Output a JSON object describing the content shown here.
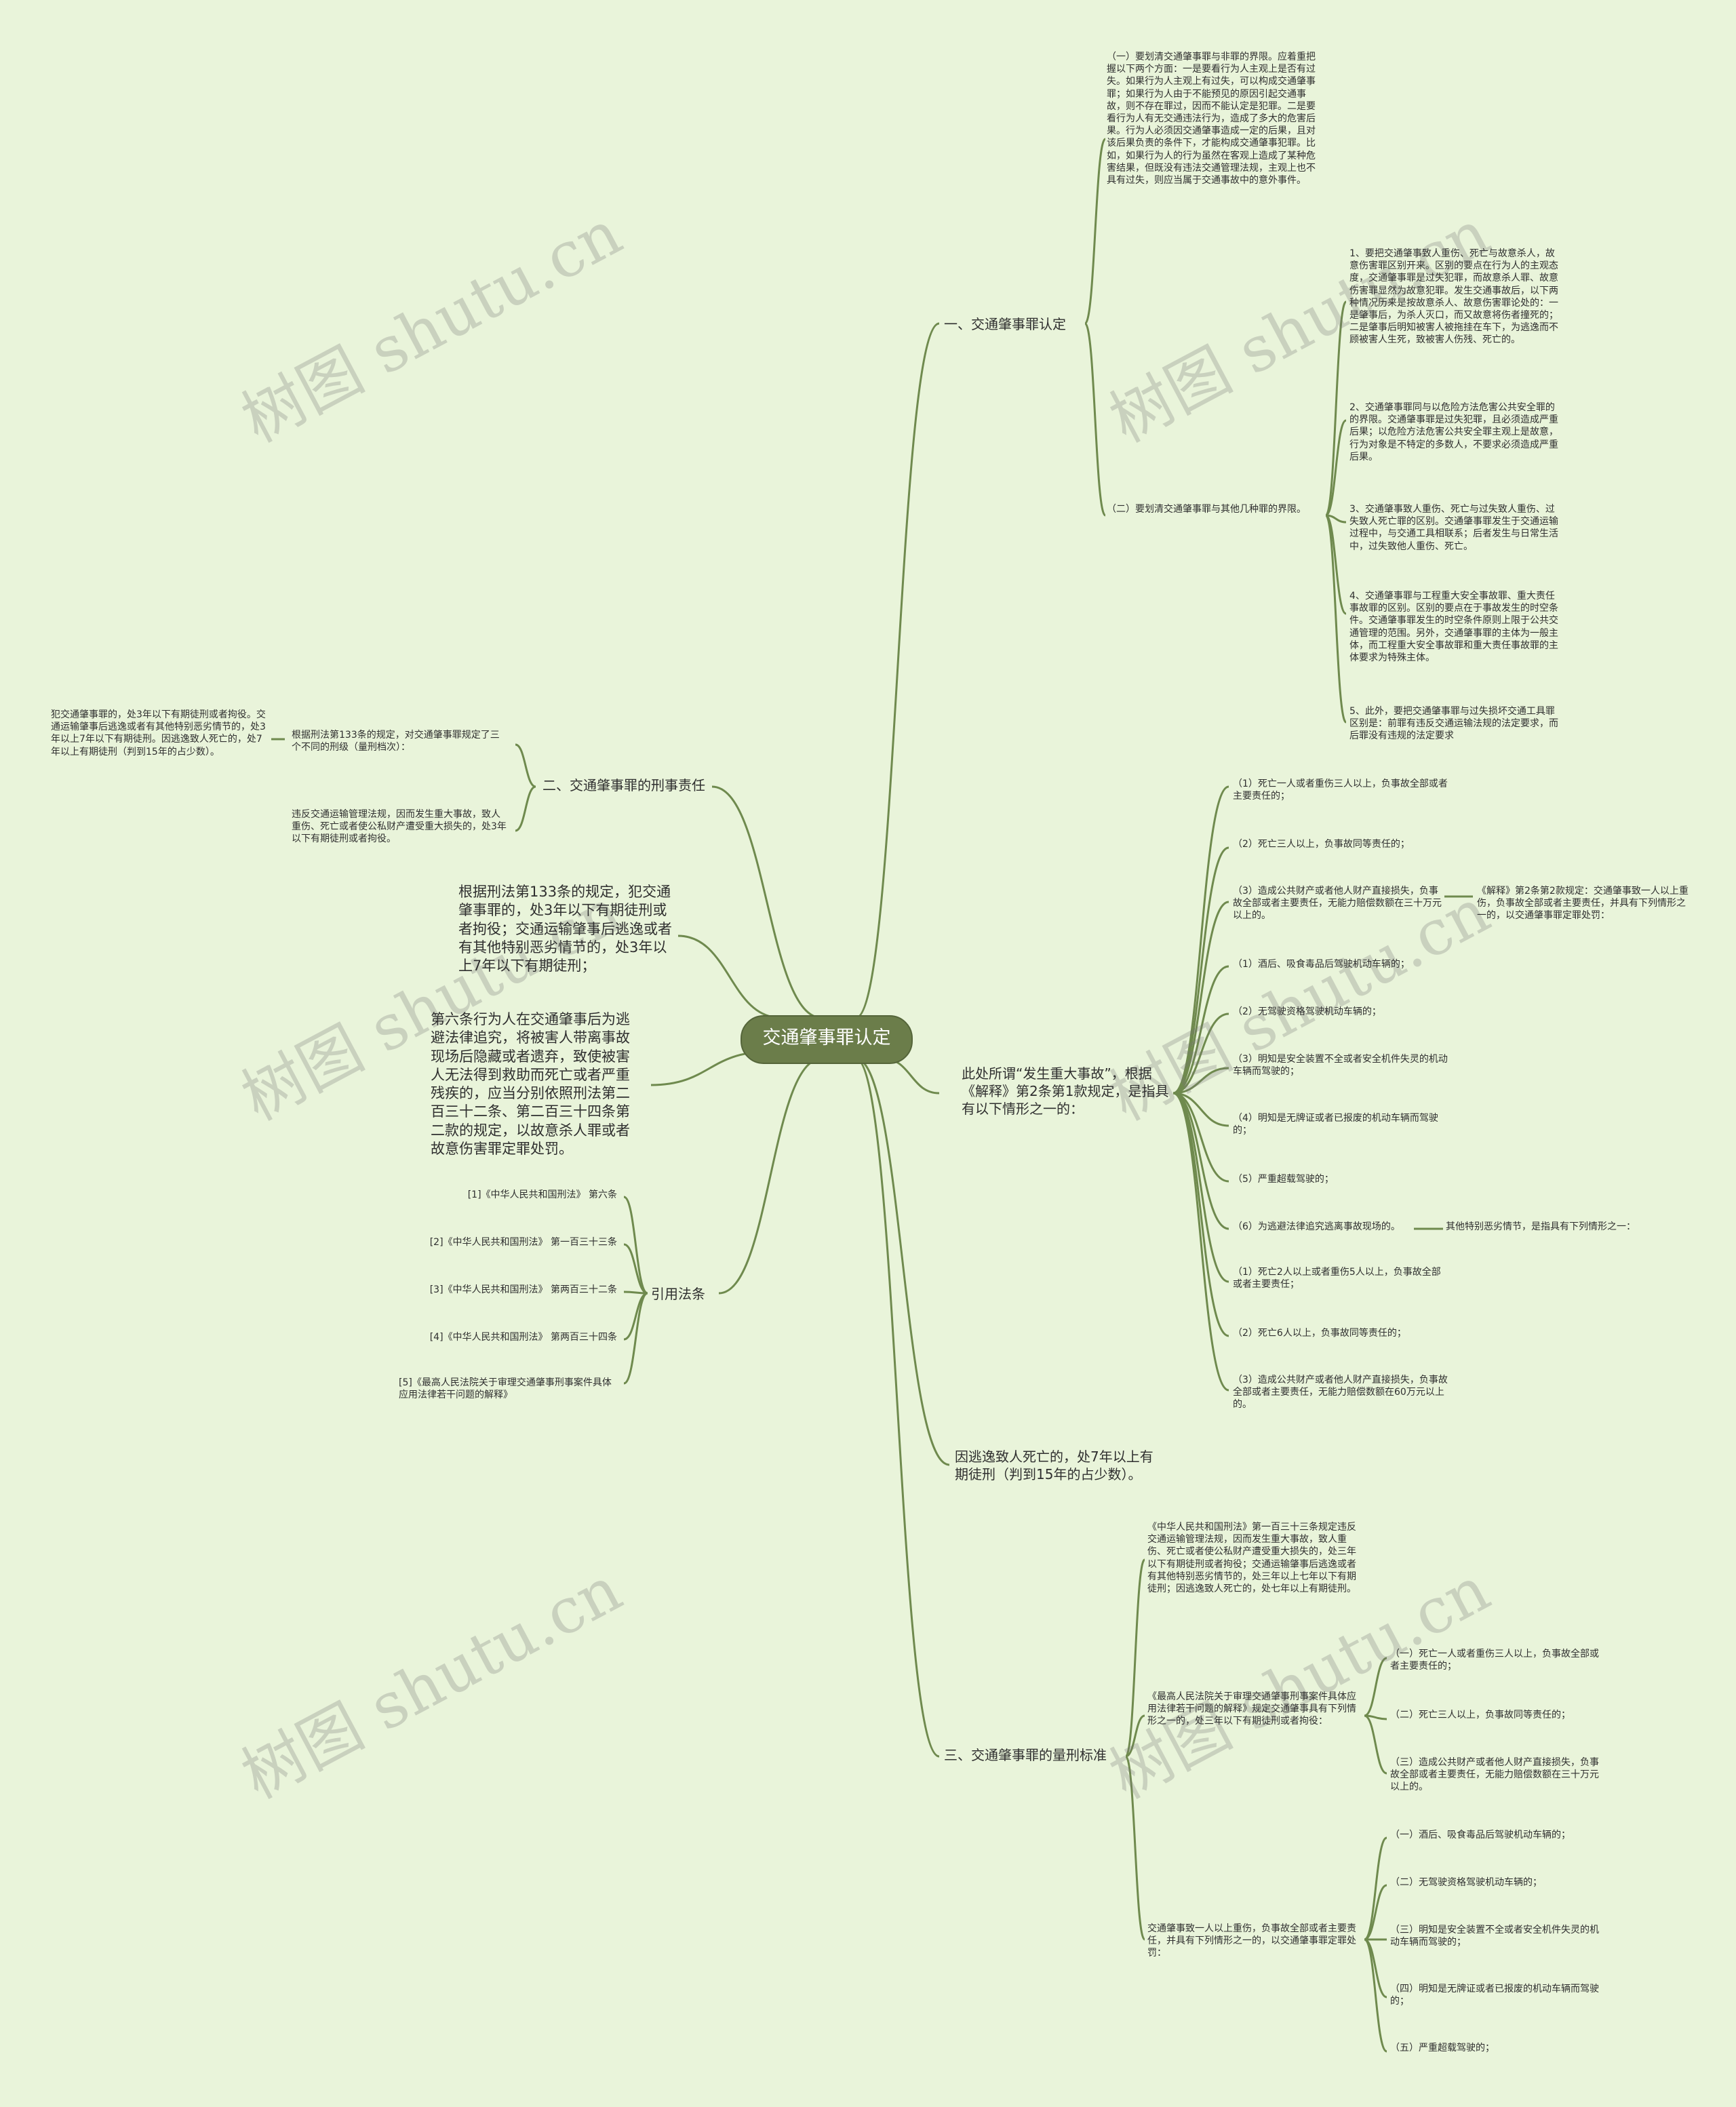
{
  "title": "交通肇事罪认定",
  "watermark": "树图 shutu.cn",
  "colors": {
    "background": "#e9f4da",
    "root_fill": "#6b7d4a",
    "edge": "#6f8a4e"
  },
  "branches": {
    "b1": {
      "label": "一、交通肇事罪认定",
      "a": "（一）要划清交通肇事罪与非罪的界限。应着重把握以下两个方面：一是要看行为人主观上是否有过失。如果行为人主观上有过失，可以构成交通肇事罪；如果行为人由于不能预见的原因引起交通事故，则不存在罪过，因而不能认定是犯罪。二是要看行为人有无交通违法行为，造成了多大的危害后果。行为人必须因交通肇事造成一定的后果，且对该后果负责的条件下，才能构成交通肇事犯罪。比如，如果行为人的行为虽然在客观上造成了某种危害结果，但既没有违法交通管理法规，主观上也不具有过失，则应当属于交通事故中的意外事件。",
      "b": "（二）要划清交通肇事罪与其他几种罪的界限。",
      "c1": "1、要把交通肇事致人重伤、死亡与故意杀人，故意伤害罪区别开来。区别的要点在行为人的主观态度，交通肇事罪是过失犯罪，而故意杀人罪、故意伤害罪显然为故意犯罪。发生交通事故后，以下两种情况历来是按故意杀人、故意伤害罪论处的：一是肇事后，为杀人灭口，而又故意将伤者撞死的；二是肇事后明知被害人被拖挂在车下，为逃逸而不顾被害人生死，致被害人伤残、死亡的。",
      "c2": "2、交通肇事罪同与以危险方法危害公共安全罪的的界限。交通肇事罪是过失犯罪，且必须造成严重后果；以危险方法危害公共安全罪主观上是故意，行为对象是不特定的多数人，不要求必须造成严重后果。",
      "c3": "3、交通肇事致人重伤、死亡与过失致人重伤、过失致人死亡罪的区别。交通肇事罪发生于交通运输过程中，与交通工具相联系；后者发生与日常生活中，过失致他人重伤、死亡。",
      "c4": "4、交通肇事罪与工程重大安全事故罪、重大责任事故罪的区别。区别的要点在于事故发生的时空条件。交通肇事罪发生的时空条件原则上限于公共交通管理的范围。另外，交通肇事罪的主体为一般主体，而工程重大安全事故罪和重大责任事故罪的主体要求为特殊主体。",
      "c5": "5、此外，要把交通肇事罪与过失损坏交通工具罪区别是：前罪有违反交通运输法规的法定要求，而后罪没有违规的法定要求"
    },
    "b2": {
      "label": "二、交通肇事罪的刑事责任",
      "a": "根据刑法第133条的规定，对交通肇事罪规定了三个不同的刑级（量刑档次）：",
      "a_leaf": "犯交通肇事罪的，处3年以下有期徒刑或者拘役。交通运输肇事后逃逸或者有其他特别恶劣情节的，处3年以上7年以下有期徒刑。因逃逸致人死亡的，处7年以上有期徒刑（判到15年的占少数）。",
      "b": "违反交通运输管理法规，因而发生重大事故，致人重伤、死亡或者使公私财产遭受重大损失的，处3年以下有期徒刑或者拘役。"
    },
    "b3": {
      "label": "根据刑法第133条的规定，犯交通肇事罪的，处3年以下有期徒刑或者拘役；交通运输肇事后逃逸或者有其他特别恶劣情节的，处3年以上7年以下有期徒刑；"
    },
    "b4": {
      "label": "第六条行为人在交通肇事后为逃避法律追究，将被害人带离事故现场后隐藏或者遗弃，致使被害人无法得到救助而死亡或者严重残疾的，应当分别依照刑法第二百三十二条、第二百三十四条第二款的规定，以故意杀人罪或者故意伤害罪定罪处罚。"
    },
    "b5": {
      "label": "引用法条",
      "refs": [
        "[1]《中华人民共和国刑法》 第六条",
        "[2]《中华人民共和国刑法》 第一百三十三条",
        "[3]《中华人民共和国刑法》 第两百三十二条",
        "[4]《中华人民共和国刑法》 第两百三十四条",
        "[5]《最高人民法院关于审理交通肇事刑事案件具体应用法律若干问题的解释》"
      ]
    },
    "b6": {
      "label": "此处所谓“发生重大事故”，根据《解释》第2条第1款规定，是指具有以下情形之一的：",
      "items": [
        "（1）死亡一人或者重伤三人以上，负事故全部或者主要责任的；",
        "（2）死亡三人以上，负事故同等责任的；",
        "（3）造成公共财产或者他人财产直接损失，负事故全部或者主要责任，无能力赔偿数额在三十万元以上的。",
        "（1）酒后、吸食毒品后驾驶机动车辆的；",
        "（2）无驾驶资格驾驶机动车辆的；",
        "（3）明知是安全装置不全或者安全机件失灵的机动车辆而驾驶的；",
        "（4）明知是无牌证或者已报废的机动车辆而驾驶的；",
        "（5）严重超载驾驶的；",
        "（6）为逃避法律追究逃离事故现场的。",
        "（1）死亡2人以上或者重伤5人以上，负事故全部或者主要责任；",
        "（2）死亡6人以上，负事故同等责任的；",
        "（3）造成公共财产或者他人财产直接损失，负事故全部或者主要责任，无能力赔偿数额在60万元以上的。"
      ],
      "side1": "《解释》第2条第2款规定：交通肇事致一人以上重伤，负事故全部或者主要责任，并具有下列情形之一的，以交通肇事罪定罪处罚：",
      "side2": "其他特别恶劣情节，是指具有下列情形之一："
    },
    "b7": {
      "label": "因逃逸致人死亡的，处7年以上有期徒刑（判到15年的占少数）。"
    },
    "b8": {
      "label": "三、交通肇事罪的量刑标准",
      "a": "《中华人民共和国刑法》第一百三十三条规定违反交通运输管理法规，因而发生重大事故，致人重伤、死亡或者使公私财产遭受重大损失的，处三年以下有期徒刑或者拘役；交通运输肇事后逃逸或者有其他特别恶劣情节的，处三年以上七年以下有期徒刑；因逃逸致人死亡的，处七年以上有期徒刑。",
      "b": "《最高人民法院关于审理交通肇事刑事案件具体应用法律若干问题的解释》规定交通肇事具有下列情形之一的，处三年以下有期徒刑或者拘役：",
      "b_items": [
        "（一）死亡一人或者重伤三人以上，负事故全部或者主要责任的；",
        "（二）死亡三人以上，负事故同等责任的；",
        "（三）造成公共财产或者他人财产直接损失，负事故全部或者主要责任，无能力赔偿数额在三十万元以上的。"
      ],
      "c": "交通肇事致一人以上重伤，负事故全部或者主要责任，并具有下列情形之一的，以交通肇事罪定罪处罚：",
      "c_items": [
        "（一）酒后、吸食毒品后驾驶机动车辆的；",
        "（二）无驾驶资格驾驶机动车辆的；",
        "（三）明知是安全装置不全或者安全机件失灵的机动车辆而驾驶的；",
        "（四）明知是无牌证或者已报废的机动车辆而驾驶的；",
        "（五）严重超载驾驶的；"
      ]
    }
  }
}
